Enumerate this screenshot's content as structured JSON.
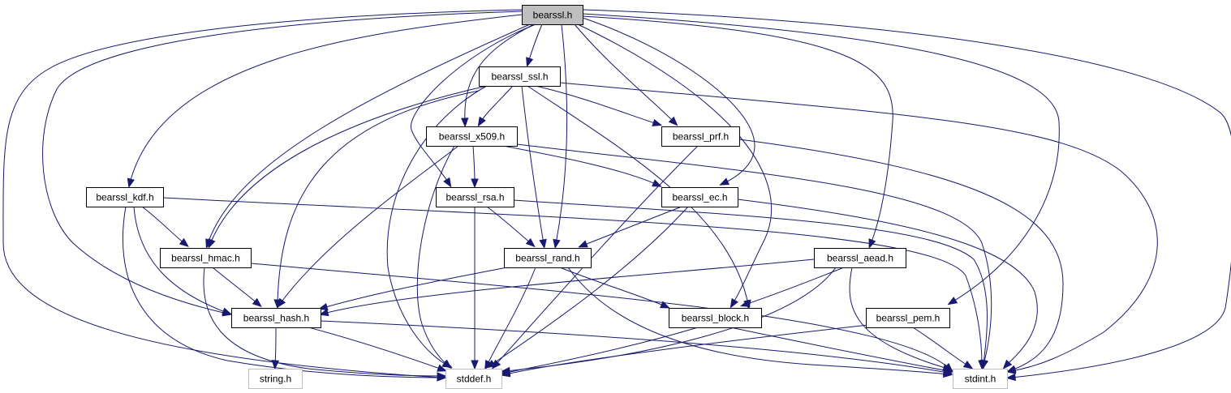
{
  "graph": {
    "title": "",
    "colors": {
      "edge": "#191970",
      "focus_fill": "#bfbfbf",
      "node_border": "#000000",
      "external_border": "#bfbfbf",
      "node_fill": "#ffffff"
    },
    "nodes": [
      {
        "id": "bearssl",
        "label": "bearssl.h",
        "kind": "focus"
      },
      {
        "id": "ssl",
        "label": "bearssl_ssl.h",
        "kind": "header"
      },
      {
        "id": "x509",
        "label": "bearssl_x509.h",
        "kind": "header"
      },
      {
        "id": "prf",
        "label": "bearssl_prf.h",
        "kind": "header"
      },
      {
        "id": "kdf",
        "label": "bearssl_kdf.h",
        "kind": "header"
      },
      {
        "id": "rsa",
        "label": "bearssl_rsa.h",
        "kind": "header"
      },
      {
        "id": "ec",
        "label": "bearssl_ec.h",
        "kind": "header"
      },
      {
        "id": "hmac",
        "label": "bearssl_hmac.h",
        "kind": "header"
      },
      {
        "id": "rand",
        "label": "bearssl_rand.h",
        "kind": "header"
      },
      {
        "id": "aead",
        "label": "bearssl_aead.h",
        "kind": "header"
      },
      {
        "id": "hash",
        "label": "bearssl_hash.h",
        "kind": "header"
      },
      {
        "id": "block",
        "label": "bearssl_block.h",
        "kind": "header"
      },
      {
        "id": "pem",
        "label": "bearssl_pem.h",
        "kind": "header"
      },
      {
        "id": "string",
        "label": "string.h",
        "kind": "external"
      },
      {
        "id": "stddef",
        "label": "stddef.h",
        "kind": "external"
      },
      {
        "id": "stdint",
        "label": "stdint.h",
        "kind": "external"
      }
    ],
    "edges": [
      {
        "from": "bearssl",
        "to": "ssl"
      },
      {
        "from": "bearssl",
        "to": "x509"
      },
      {
        "from": "bearssl",
        "to": "prf"
      },
      {
        "from": "bearssl",
        "to": "kdf"
      },
      {
        "from": "bearssl",
        "to": "rsa"
      },
      {
        "from": "bearssl",
        "to": "ec"
      },
      {
        "from": "bearssl",
        "to": "hmac"
      },
      {
        "from": "bearssl",
        "to": "rand"
      },
      {
        "from": "bearssl",
        "to": "aead"
      },
      {
        "from": "bearssl",
        "to": "hash"
      },
      {
        "from": "bearssl",
        "to": "block"
      },
      {
        "from": "bearssl",
        "to": "pem"
      },
      {
        "from": "bearssl",
        "to": "stddef"
      },
      {
        "from": "bearssl",
        "to": "stdint"
      },
      {
        "from": "ssl",
        "to": "x509"
      },
      {
        "from": "ssl",
        "to": "prf"
      },
      {
        "from": "ssl",
        "to": "hmac"
      },
      {
        "from": "ssl",
        "to": "rand"
      },
      {
        "from": "ssl",
        "to": "hash"
      },
      {
        "from": "ssl",
        "to": "block"
      },
      {
        "from": "ssl",
        "to": "stddef"
      },
      {
        "from": "ssl",
        "to": "stdint"
      },
      {
        "from": "x509",
        "to": "rsa"
      },
      {
        "from": "x509",
        "to": "ec"
      },
      {
        "from": "x509",
        "to": "hash"
      },
      {
        "from": "x509",
        "to": "stddef"
      },
      {
        "from": "x509",
        "to": "stdint"
      },
      {
        "from": "prf",
        "to": "stddef"
      },
      {
        "from": "prf",
        "to": "stdint"
      },
      {
        "from": "kdf",
        "to": "hmac"
      },
      {
        "from": "kdf",
        "to": "hash"
      },
      {
        "from": "kdf",
        "to": "stddef"
      },
      {
        "from": "kdf",
        "to": "stdint"
      },
      {
        "from": "rsa",
        "to": "rand"
      },
      {
        "from": "rsa",
        "to": "stddef"
      },
      {
        "from": "rsa",
        "to": "stdint"
      },
      {
        "from": "ec",
        "to": "rand"
      },
      {
        "from": "ec",
        "to": "stddef"
      },
      {
        "from": "ec",
        "to": "stdint"
      },
      {
        "from": "hmac",
        "to": "hash"
      },
      {
        "from": "hmac",
        "to": "stddef"
      },
      {
        "from": "hmac",
        "to": "stdint"
      },
      {
        "from": "rand",
        "to": "hash"
      },
      {
        "from": "rand",
        "to": "block"
      },
      {
        "from": "rand",
        "to": "stddef"
      },
      {
        "from": "rand",
        "to": "stdint"
      },
      {
        "from": "aead",
        "to": "hash"
      },
      {
        "from": "aead",
        "to": "block"
      },
      {
        "from": "aead",
        "to": "stddef"
      },
      {
        "from": "aead",
        "to": "stdint"
      },
      {
        "from": "hash",
        "to": "string"
      },
      {
        "from": "hash",
        "to": "stddef"
      },
      {
        "from": "hash",
        "to": "stdint"
      },
      {
        "from": "block",
        "to": "stddef"
      },
      {
        "from": "block",
        "to": "stdint"
      },
      {
        "from": "pem",
        "to": "stddef"
      },
      {
        "from": "pem",
        "to": "stdint"
      }
    ]
  }
}
